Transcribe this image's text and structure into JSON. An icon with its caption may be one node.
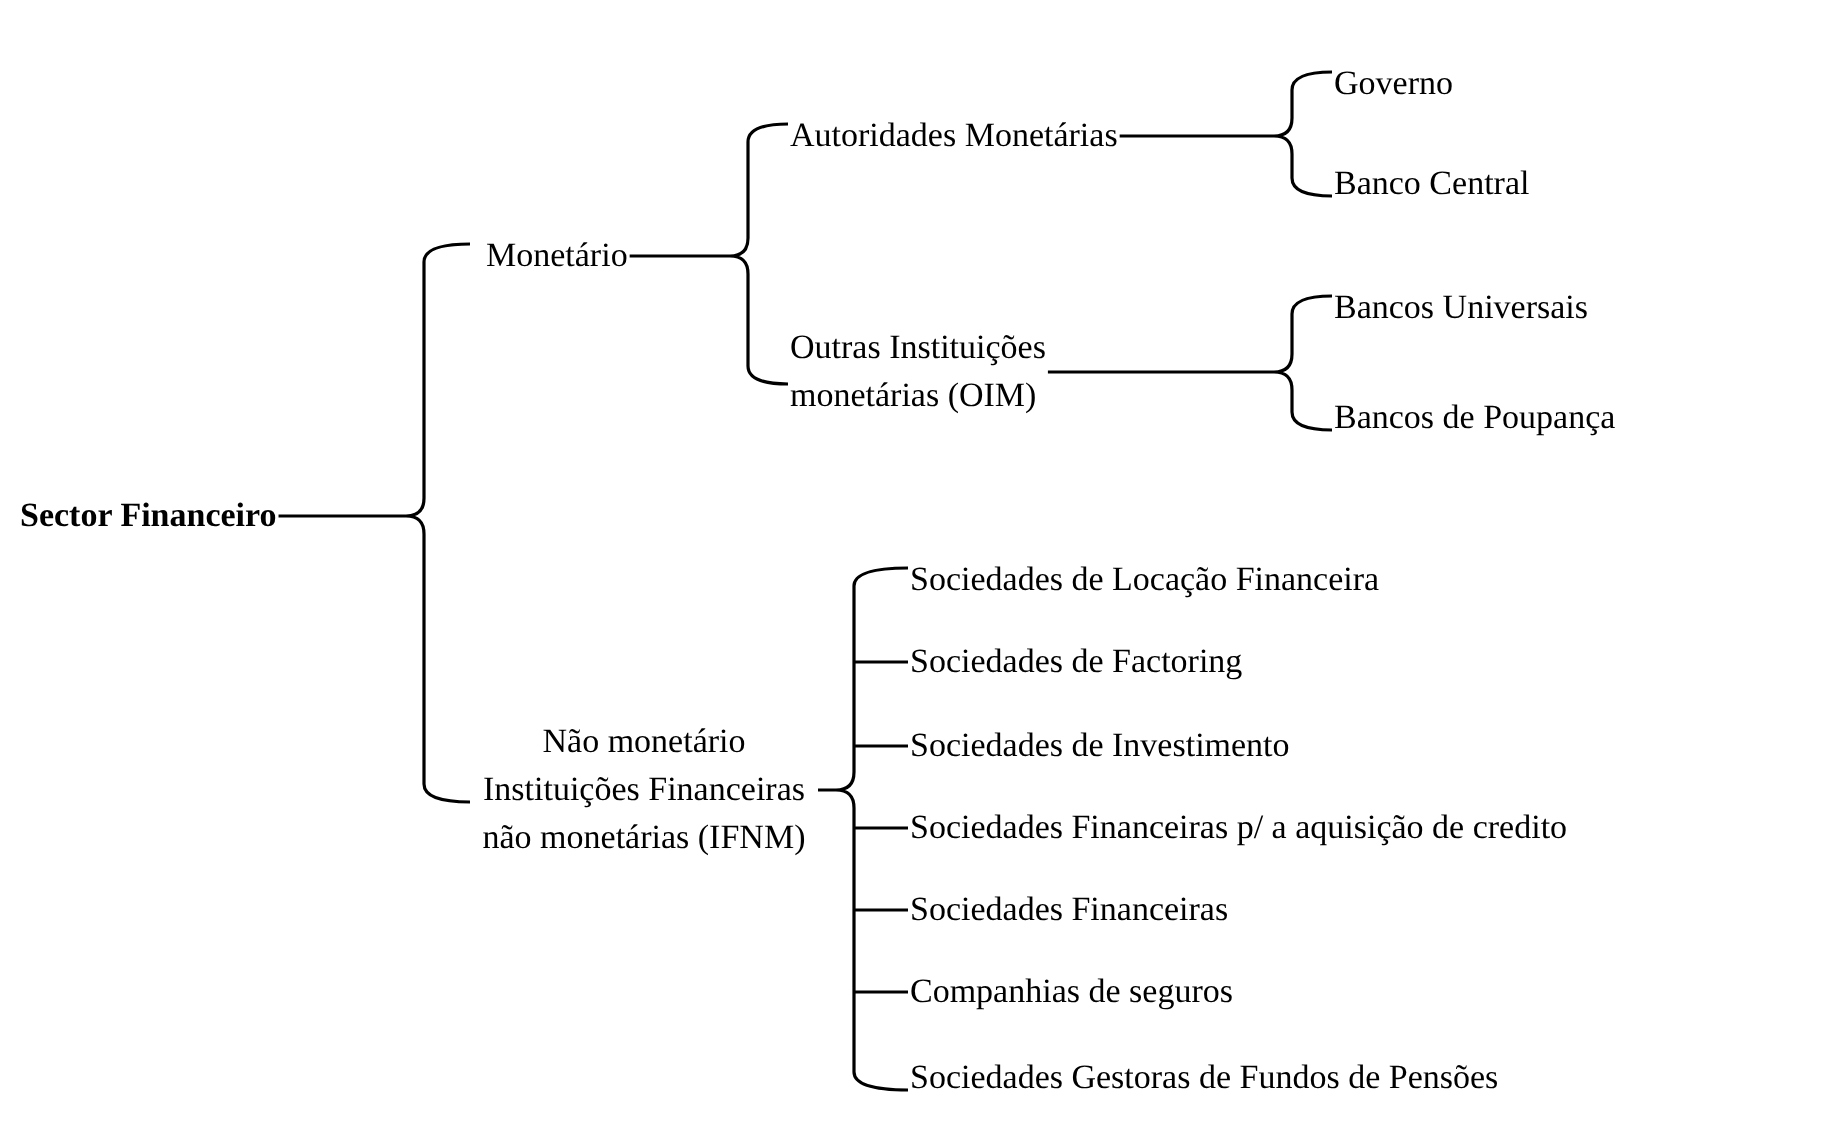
{
  "diagram": {
    "nodes": [
      {
        "text": [
          "Sector Financeiro"
        ]
      },
      {
        "text": [
          "Monetário"
        ]
      },
      {
        "text": [
          "Autoridades Monetárias"
        ]
      },
      {
        "text": [
          "Governo"
        ]
      },
      {
        "text": [
          "Banco Central"
        ]
      },
      {
        "text": [
          "Outras Instituições monetárias (OIM)"
        ]
      },
      {
        "text": [
          "Bancos Universais"
        ]
      },
      {
        "text": [
          "Bancos de Poupança"
        ]
      },
      {
        "text": [
          "Não monetário",
          "Instituições Financeiras não monetárias (IFNM)"
        ]
      },
      {
        "text": [
          "Sociedades de Locação Financeira"
        ]
      },
      {
        "text": [
          "Sociedades de Factoring"
        ]
      },
      {
        "text": [
          "Sociedades de Investimento"
        ]
      },
      {
        "text": [
          "Sociedades Financeiras p/ a aquisição de credito"
        ]
      },
      {
        "text": [
          "Sociedades Financeiras"
        ]
      },
      {
        "text": [
          "Companhias de seguros"
        ]
      },
      {
        "text": [
          "Sociedades Gestoras de Fundos de Pensões"
        ]
      }
    ],
    "edges": [
      {
        "from": 0,
        "to": 1,
        "arrow": "none"
      },
      {
        "from": 0,
        "to": 8,
        "arrow": "none"
      },
      {
        "from": 1,
        "to": 2,
        "arrow": "none"
      },
      {
        "from": 1,
        "to": 5,
        "arrow": "none"
      },
      {
        "from": 2,
        "to": 3,
        "arrow": "none"
      },
      {
        "from": 2,
        "to": 4,
        "arrow": "none"
      },
      {
        "from": 5,
        "to": 6,
        "arrow": "none"
      },
      {
        "from": 5,
        "to": 7,
        "arrow": "none"
      },
      {
        "from": 8,
        "to": 9,
        "arrow": "none"
      },
      {
        "from": 8,
        "to": 10,
        "arrow": "none"
      },
      {
        "from": 8,
        "to": 11,
        "arrow": "none"
      },
      {
        "from": 8,
        "to": 12,
        "arrow": "none"
      },
      {
        "from": 8,
        "to": 13,
        "arrow": "none"
      },
      {
        "from": 8,
        "to": 14,
        "arrow": "none"
      },
      {
        "from": 8,
        "to": 15,
        "arrow": "none"
      }
    ]
  }
}
